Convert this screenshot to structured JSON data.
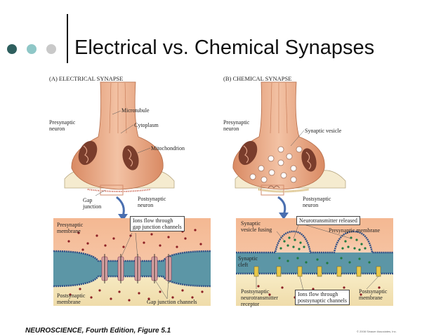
{
  "header": {
    "title": "Electrical vs. Chemical Synapses",
    "dots": [
      {
        "icon": "bullet-dot-icon",
        "color": "#2e5f5e"
      },
      {
        "icon": "bullet-dot-icon",
        "color": "#8fc7c7"
      },
      {
        "icon": "bullet-dot-icon",
        "color": "#c9c9c9"
      }
    ]
  },
  "panel_a": {
    "title": "(A) ELECTRICAL SYNAPSE",
    "labels": {
      "presynaptic_neuron": "Presynaptic\nneuron",
      "microtubule": "Microtubule",
      "cytoplasm": "Cytoplasm",
      "mitochondrion": "Mitochondrion",
      "gap_junction": "Gap\njunction",
      "postsynaptic_neuron": "Postsynaptic\nneuron",
      "ions_flow": "Ions flow through\ngap junction channels",
      "presynaptic_membrane": "Presynaptic\nmembrane",
      "postsynaptic_membrane": "Postsynaptic\nmembrane",
      "gap_junction_channels": "Gap junction channels"
    }
  },
  "panel_b": {
    "title": "(B) CHEMICAL SYNAPSE",
    "labels": {
      "presynaptic_neuron": "Presynaptic\nneuron",
      "synaptic_vesicle": "Synaptic vesicle",
      "postsynaptic_neuron": "Postsynaptic\nneuron",
      "synaptic_vesicle_fusing": "Synaptic\nvesicle fusing",
      "neurotransmitter_released": "Neurotransmitter released",
      "presynaptic_membrane": "Presynaptic membrane",
      "synaptic_cleft": "Synaptic\ncleft",
      "postsynaptic_receptor": "Postsynaptic\nneurotransmitter\nreceptor",
      "ions_flow": "Ions flow through\npostsynaptic channels",
      "postsynaptic_membrane": "Postsynaptic\nmembrane"
    }
  },
  "footer": {
    "caption": "NEUROSCIENCE, Fourth Edition, Figure 5.1",
    "copyright": "© 2008 Sinauer Associates, Inc."
  }
}
